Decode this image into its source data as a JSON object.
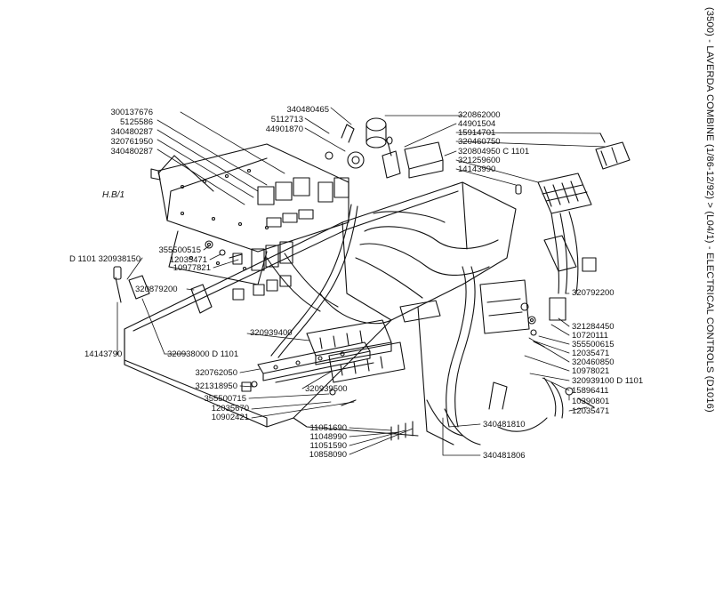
{
  "side_title": "(3500) - LAVERDA COMBINE (1/86-12/92) > (L04/1) - ELECTRICAL CONTROLS (D1016)",
  "area_label": "H.B/1",
  "labels": {
    "p300137676": "300137676",
    "p5125586": "5125586",
    "p340480287a": "340480287",
    "p320761950": "320761950",
    "p340480287b": "340480287",
    "p340480465": "340480465",
    "p5112713": "5112713",
    "p44901870": "44901870",
    "p320862000": "320862000",
    "p44901504": "44901504",
    "p15914701": "15914701",
    "p320460750": "320460750",
    "p320804950": "320804950 C 1101",
    "p321259600": "321259600",
    "p14143990a": "14143990",
    "p355500515": "355500515",
    "p12035471a": "12035471",
    "p10977821": "10977821",
    "p320938150": "D 1101 320938150",
    "p320879200": "320879200",
    "p320792200": "320792200",
    "p321284450": "321284450",
    "p10720111": "10720111",
    "p355500615": "355500615",
    "p12035471b": "12035471",
    "p320460850": "320460850",
    "p10978021": "10978021",
    "p320939100": "320939100 D 1101",
    "p15896411": "15896411",
    "p10390801": "10390801",
    "p12035471c": "12035471",
    "p320939400": "320939400",
    "p14143790": "14143790",
    "p320938000": "320938000 D 1101",
    "p320762050": "320762050",
    "p321318950": "321318950",
    "p355500715": "355500715",
    "p12035670": "12035670",
    "p10902421": "10902421",
    "p320939500": "320939500",
    "p11051690": "11051690",
    "p11048990": "11048990",
    "p11051590": "11051590",
    "p10858090": "10858090",
    "p340481810": "340481810",
    "p340481806": "340481806"
  }
}
